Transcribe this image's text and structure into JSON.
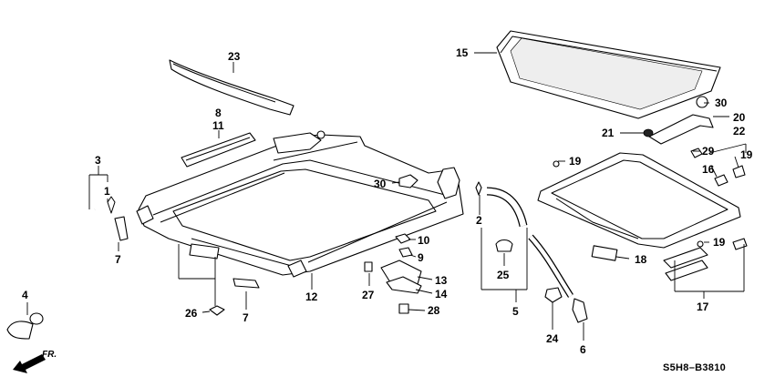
{
  "diagram_code": "S5H8–B3810",
  "direction_label": "FR.",
  "callouts": {
    "c1": "1",
    "c2": "2",
    "c3": "3",
    "c4": "4",
    "c5": "5",
    "c6": "6",
    "c7a": "7",
    "c7b": "7",
    "c8": "8",
    "c9": "9",
    "c10": "10",
    "c11": "11",
    "c12": "12",
    "c13": "13",
    "c14": "14",
    "c15": "15",
    "c16": "16",
    "c17": "17",
    "c18": "18",
    "c19a": "19",
    "c19b": "19",
    "c19c": "19",
    "c20": "20",
    "c21": "21",
    "c22": "22",
    "c23": "23",
    "c24": "24",
    "c25": "25",
    "c26": "26",
    "c27": "27",
    "c28": "28",
    "c29": "29",
    "c30a": "30",
    "c30b": "30"
  }
}
